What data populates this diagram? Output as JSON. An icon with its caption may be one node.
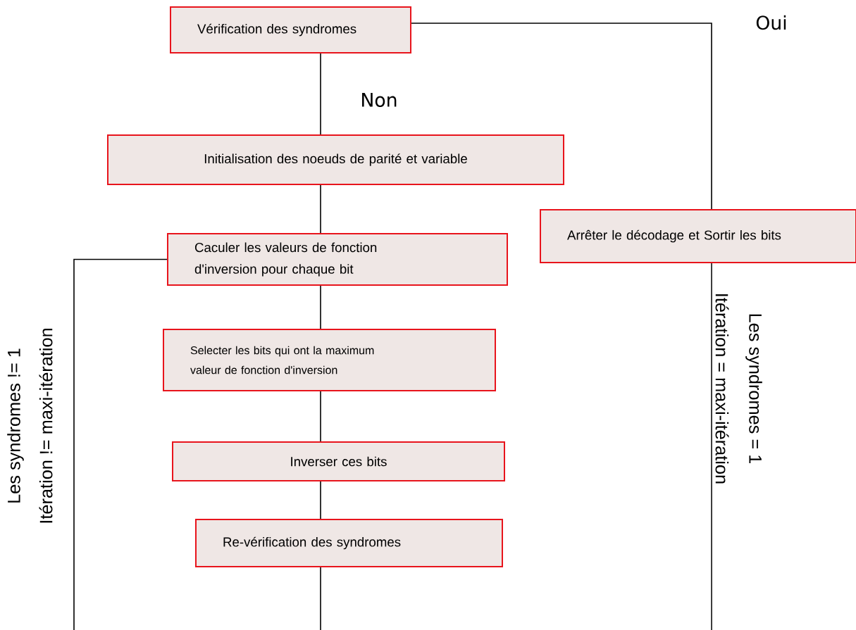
{
  "diagram": {
    "nodes": [
      {
        "text": [
          "Vérification des syndromes"
        ]
      },
      {
        "text": [
          "Initialisation des noeuds de parité et variable"
        ]
      },
      {
        "text": [
          "Caculer les valeurs de fonction d'inversion pour chaque bit"
        ]
      },
      {
        "text": [
          "Selecter les bits qui ont la maximum valeur de fonction d'inversion"
        ]
      },
      {
        "text": [
          "Inverser ces bits"
        ]
      },
      {
        "text": [
          "Re-vérification des syndromes"
        ]
      },
      {
        "text": [
          "Arrêter le décodage et Sortir les bits"
        ]
      }
    ],
    "edges": [
      {
        "from": 0,
        "to": 1,
        "arrow": "none",
        "label": "Non"
      },
      {
        "from": 0,
        "to": 6,
        "arrow": "none",
        "label": "Oui"
      },
      {
        "from": 1,
        "to": 2,
        "arrow": "none"
      },
      {
        "from": 2,
        "to": 3,
        "arrow": "none"
      },
      {
        "from": 3,
        "to": 4,
        "arrow": "none"
      },
      {
        "from": 4,
        "to": 5,
        "arrow": "none"
      },
      {
        "from": 5,
        "to": null,
        "arrow": "none"
      },
      {
        "from": null,
        "to": 2,
        "arrow": "none"
      },
      {
        "from": 6,
        "to": null,
        "arrow": "none"
      }
    ],
    "labels": [
      "Les syndromes != 1",
      "Itération != maxi-itération",
      "Les syndromes = 1",
      "Itération = maxi-itération"
    ]
  }
}
